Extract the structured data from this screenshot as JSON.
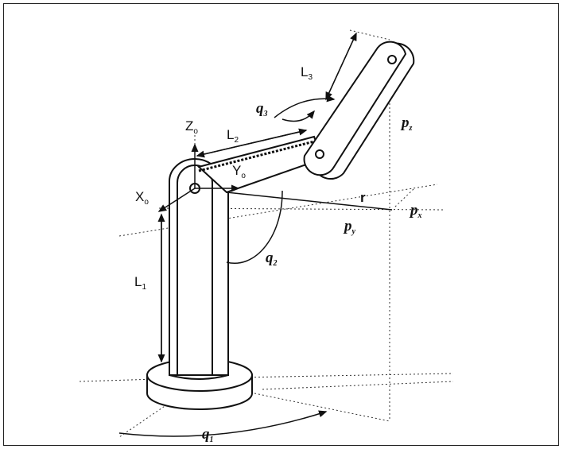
{
  "labels": {
    "L1": "L",
    "L1_sub": "1",
    "L2": "L",
    "L2_sub": "2",
    "L3": "L",
    "L3_sub": "3",
    "Z0": "Z",
    "Z0_sub": "o",
    "Y0": "Y",
    "Y0_sub": "o",
    "X0": "X",
    "X0_sub": "o",
    "q1": "q",
    "q1_sub": "1",
    "q2": "q",
    "q2_sub": "2",
    "q3": "q",
    "q3_sub": "3",
    "pz": "p",
    "pz_sub": "z",
    "px": "p",
    "px_sub": "x",
    "py": "p",
    "py_sub": "y",
    "r": "r"
  },
  "colors": {
    "line": "#111111",
    "fill": "#ffffff"
  }
}
